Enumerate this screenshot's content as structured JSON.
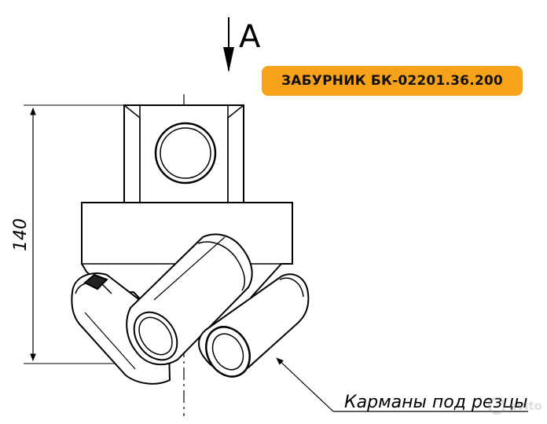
{
  "view_label": "A",
  "title": "ЗАБУРНИК БК-02201.36.200",
  "dimension": "140",
  "callout": "Карманы под резцы",
  "watermark": "avito",
  "colors": {
    "badge": "#f6a21a",
    "line": "#000000"
  }
}
